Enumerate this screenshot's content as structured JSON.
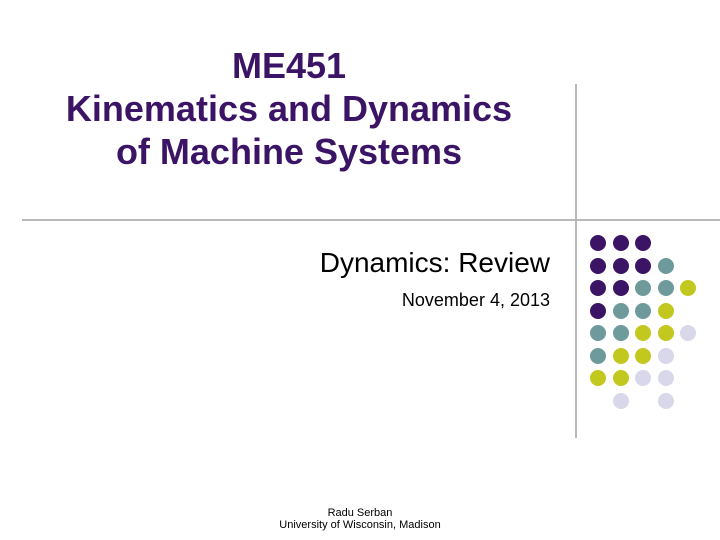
{
  "slide": {
    "title_lines": [
      "ME451",
      "Kinematics and Dynamics",
      "of Machine Systems"
    ],
    "subtitle": "Dynamics: Review",
    "date": "November 4, 2013",
    "author": "Radu Serban",
    "affiliation": "University of Wisconsin, Madison"
  },
  "colors": {
    "title": "#3b1466",
    "purple": "#3b1466",
    "teal": "#6e9a9c",
    "yellow": "#c2c81e",
    "lavender": "#d8d8ea",
    "rule": "#b8b8b8"
  },
  "decoration": {
    "dot_grid": [
      [
        1,
        1,
        1,
        0,
        0
      ],
      [
        1,
        1,
        1,
        2,
        0
      ],
      [
        1,
        1,
        2,
        2,
        3
      ],
      [
        1,
        2,
        2,
        3,
        0
      ],
      [
        2,
        2,
        3,
        3,
        4
      ],
      [
        2,
        3,
        3,
        4,
        0
      ],
      [
        3,
        3,
        4,
        4,
        0
      ],
      [
        0,
        4,
        0,
        4,
        0
      ]
    ]
  }
}
